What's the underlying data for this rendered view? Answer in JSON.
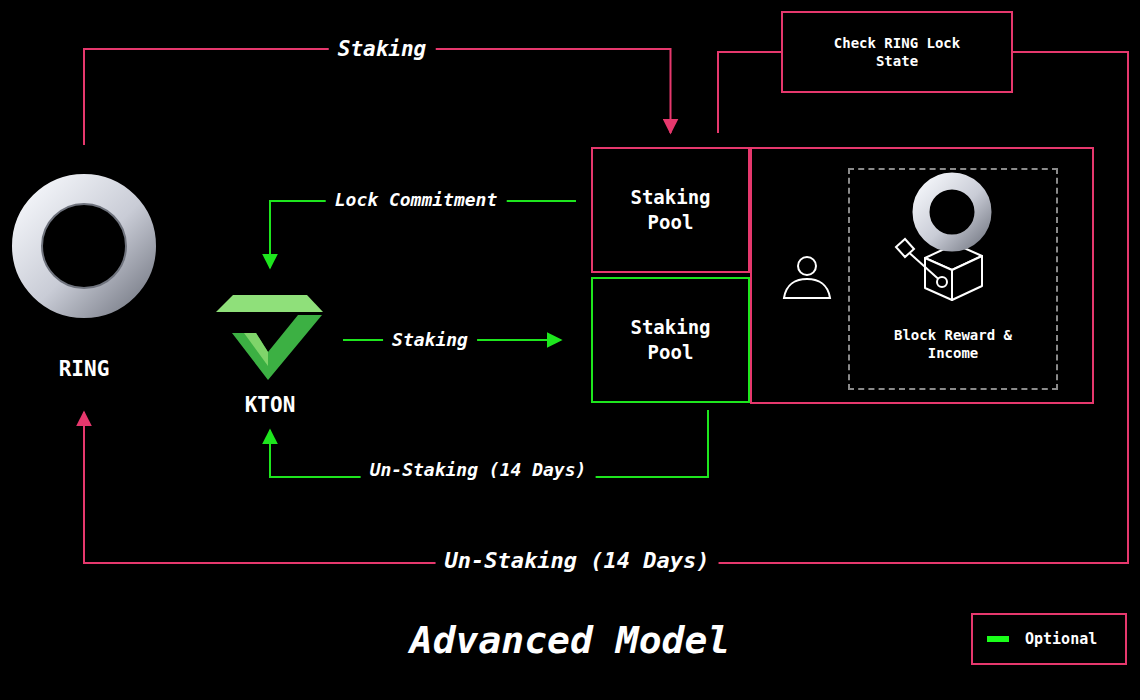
{
  "diagram": {
    "title": "Advanced Model",
    "nodes": [
      {
        "text": [
          "Check RING Lock State"
        ]
      },
      {
        "text": [
          "RING"
        ]
      },
      {
        "text": [
          "Staking Pool"
        ]
      },
      {
        "text": [
          "KTON"
        ]
      },
      {
        "text": [
          "Staking Pool"
        ]
      },
      {},
      {
        "text": [
          "Block Reward & Income"
        ],
        "in": 5
      }
    ],
    "edges": [
      {
        "from": 1,
        "to": 2,
        "label": "Staking",
        "arrow": "to"
      },
      {
        "from": 2,
        "to": 3,
        "label": "Lock Commitment",
        "arrow": "to"
      },
      {
        "from": 3,
        "to": 4,
        "label": "Staking",
        "arrow": "to"
      },
      {
        "from": 4,
        "to": 3,
        "label": "Un-Staking (14 Days)",
        "arrow": "to"
      },
      {
        "from": 2,
        "to": 0,
        "arrow": "none"
      },
      {
        "from": 0,
        "to": 1,
        "label": "Un-Staking (14 Days)",
        "arrow": "to"
      }
    ],
    "legend": [
      {
        "text": "Optional",
        "color": "#1aff1a"
      }
    ]
  }
}
